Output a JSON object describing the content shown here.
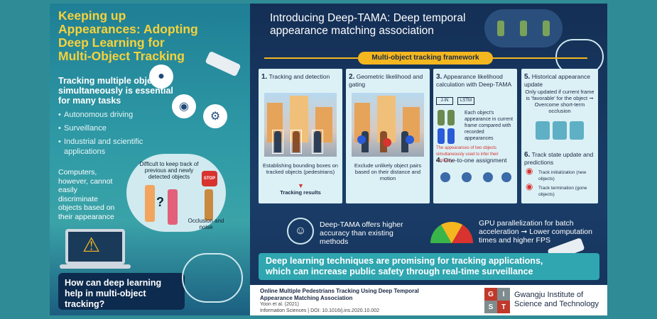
{
  "left": {
    "title": "Keeping up Appearances: Adopting Deep Learning for Multi-Object Tracking",
    "subtitle": "Tracking multiple objects simultaneously is essential for many tasks",
    "bullets": [
      "Autonomous driving",
      "Surveillance",
      "Industrial and scientific applications"
    ],
    "computers_text": "Computers, however, cannot easily discriminate objects based on their appearance",
    "note_difficult": "Difficult to keep track of previous and newly detected objects",
    "note_occlusion": "Occlusion and noise",
    "stop_label": "STOP",
    "question_mark": "?",
    "question": "How can deep learning help in multi-object tracking?"
  },
  "right": {
    "title": "Introducing Deep-TAMA: Deep temporal appearance matching association",
    "framework_label": "Multi-object tracking framework",
    "step1": {
      "num": "1.",
      "title": "Tracking and detection",
      "desc": "Establishing bounding boxes on tracked objects (pedestrians)",
      "result": "Tracking results"
    },
    "step2": {
      "num": "2.",
      "title": "Geometric likelihood and gating",
      "desc": "Exclude unlikely object pairs based on their distance and motion"
    },
    "step3": {
      "num": "3.",
      "title": "Appearance likelihood calculation with Deep-TAMA",
      "jin": "J-IN",
      "lstm": "LSTM",
      "desc": "Each object's appearance in current frame compared with recorded appearances",
      "red_note": "The appearances of two objects simultaneously used to infer their similarity"
    },
    "step4": {
      "num": "4.",
      "title": "One-to-one assignment"
    },
    "step5": {
      "num": "5.",
      "title": "Historical appearance update",
      "desc": "Only updated if current frame is 'favorable' for the object ➞ Overcome short-term occlusion"
    },
    "step6": {
      "num": "6.",
      "title": "Track state update and predictions",
      "init": "Track initialization (new objects)",
      "term": "Track termination (gone objects)"
    },
    "benefit1": "Deep-TAMA offers higher accuracy than existing methods",
    "benefit2": "GPU parallelization for batch acceleration ➞ Lower computation times and higher FPS",
    "banner": "Deep learning techniques are promising for tracking applications, which can increase public safety through real-time surveillance"
  },
  "footer": {
    "paper": "Online Multiple Pedestrians Tracking Using Deep Temporal Appearance Matching Association",
    "authors": "Yoon et al. (2021)",
    "journal": "Information Sciences | DOI: 10.1016/j.ins.2020.10.002",
    "logo_letters": [
      "G",
      "I",
      "S",
      "T"
    ],
    "institute": "Gwangju Institute of Science and Technology"
  },
  "colors": {
    "accent_yellow": "#f4b71f",
    "navy": "#0e2a4a",
    "teal": "#2fa6b0",
    "red": "#d8332f"
  },
  "icons": [
    "camera-icon",
    "eye-icon",
    "robot-arm-icon",
    "warning-icon",
    "brain-icon",
    "face-icon",
    "gauge-icon",
    "location-pin-icon"
  ]
}
